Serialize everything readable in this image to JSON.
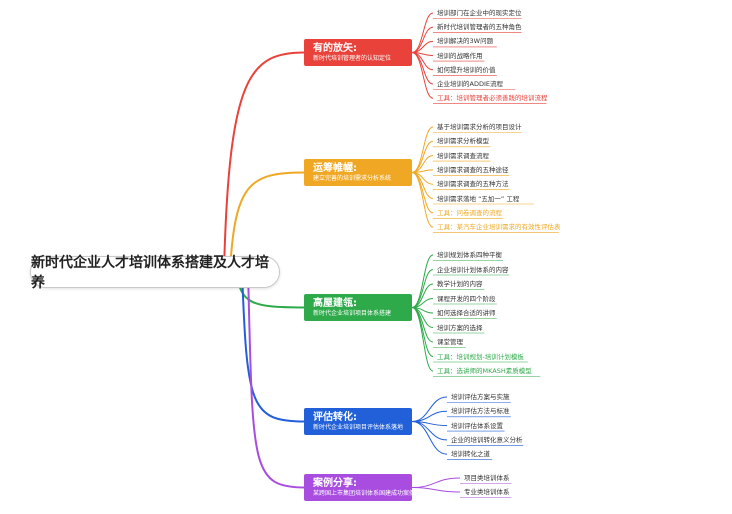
{
  "root": "新时代企业人才培训体系搭建及人才培养",
  "branches": [
    {
      "id": "b1",
      "title": "有的放矢:",
      "subtitle": "新时代培训管理者的认知定位",
      "color": "#e8423a",
      "leaves": [
        {
          "text": "培训部门在企业中的现实定位"
        },
        {
          "text": "新时代培训管理者的五种角色"
        },
        {
          "text": "培训解决的3W问题"
        },
        {
          "text": "培训的战略作用"
        },
        {
          "text": "如何提升培训的价值"
        },
        {
          "text": "企业培训的ADDIE流程"
        },
        {
          "text": "工具：培训管理者必须善践的培训流程",
          "tool": true
        }
      ]
    },
    {
      "id": "b2",
      "title": "运筹帷幄:",
      "subtitle": "建立完善的培训需求分析系统",
      "color": "#f0a824",
      "leaves": [
        {
          "text": "基于培训需求分析的项目设计"
        },
        {
          "text": "培训需求分析模型"
        },
        {
          "text": "培训需求调查流程"
        },
        {
          "text": "培训需求调查的五种途径"
        },
        {
          "text": "培训需求调查的五种方法"
        },
        {
          "text": "培训需求落地 “五加一” 工程"
        },
        {
          "text": "工具：问卷调查的流程",
          "tool": true
        },
        {
          "text": "工具：某汽车企业培训需求的有效性评估表",
          "tool": true
        }
      ]
    },
    {
      "id": "b3",
      "title": "高屋建瓴:",
      "subtitle": "新时代企业培训项目体系搭建",
      "color": "#2eaa4a",
      "leaves": [
        {
          "text": "培训规划体系四种平衡"
        },
        {
          "text": "企业培训计划体系的内容"
        },
        {
          "text": "教学计划的内容"
        },
        {
          "text": "课程开发的四个阶段"
        },
        {
          "text": "如何选择合适的讲师"
        },
        {
          "text": "培训方案的选择"
        },
        {
          "text": "课堂管理"
        },
        {
          "text": "工具：培训规划-培训计划模板",
          "tool": true
        },
        {
          "text": "工具：选讲师的MKASH素质模型",
          "tool": true
        }
      ]
    },
    {
      "id": "b4",
      "title": "评估转化:",
      "subtitle": "新时代企业培训项目评估体系落地",
      "color": "#2160d8",
      "leaves": [
        {
          "text": "培训评估方案与实施"
        },
        {
          "text": "培训评估方法与标准"
        },
        {
          "text": "培训评估体系设置"
        },
        {
          "text": "企业的培训转化意义分析"
        },
        {
          "text": "培训转化之道"
        }
      ]
    },
    {
      "id": "b5",
      "title": "案例分享:",
      "subtitle": "某跨国上市集团培训体系国建成功案例",
      "color": "#a84de0",
      "leaves": [
        {
          "text": "项目类培训体系"
        },
        {
          "text": "专业类培训体系"
        }
      ]
    }
  ]
}
